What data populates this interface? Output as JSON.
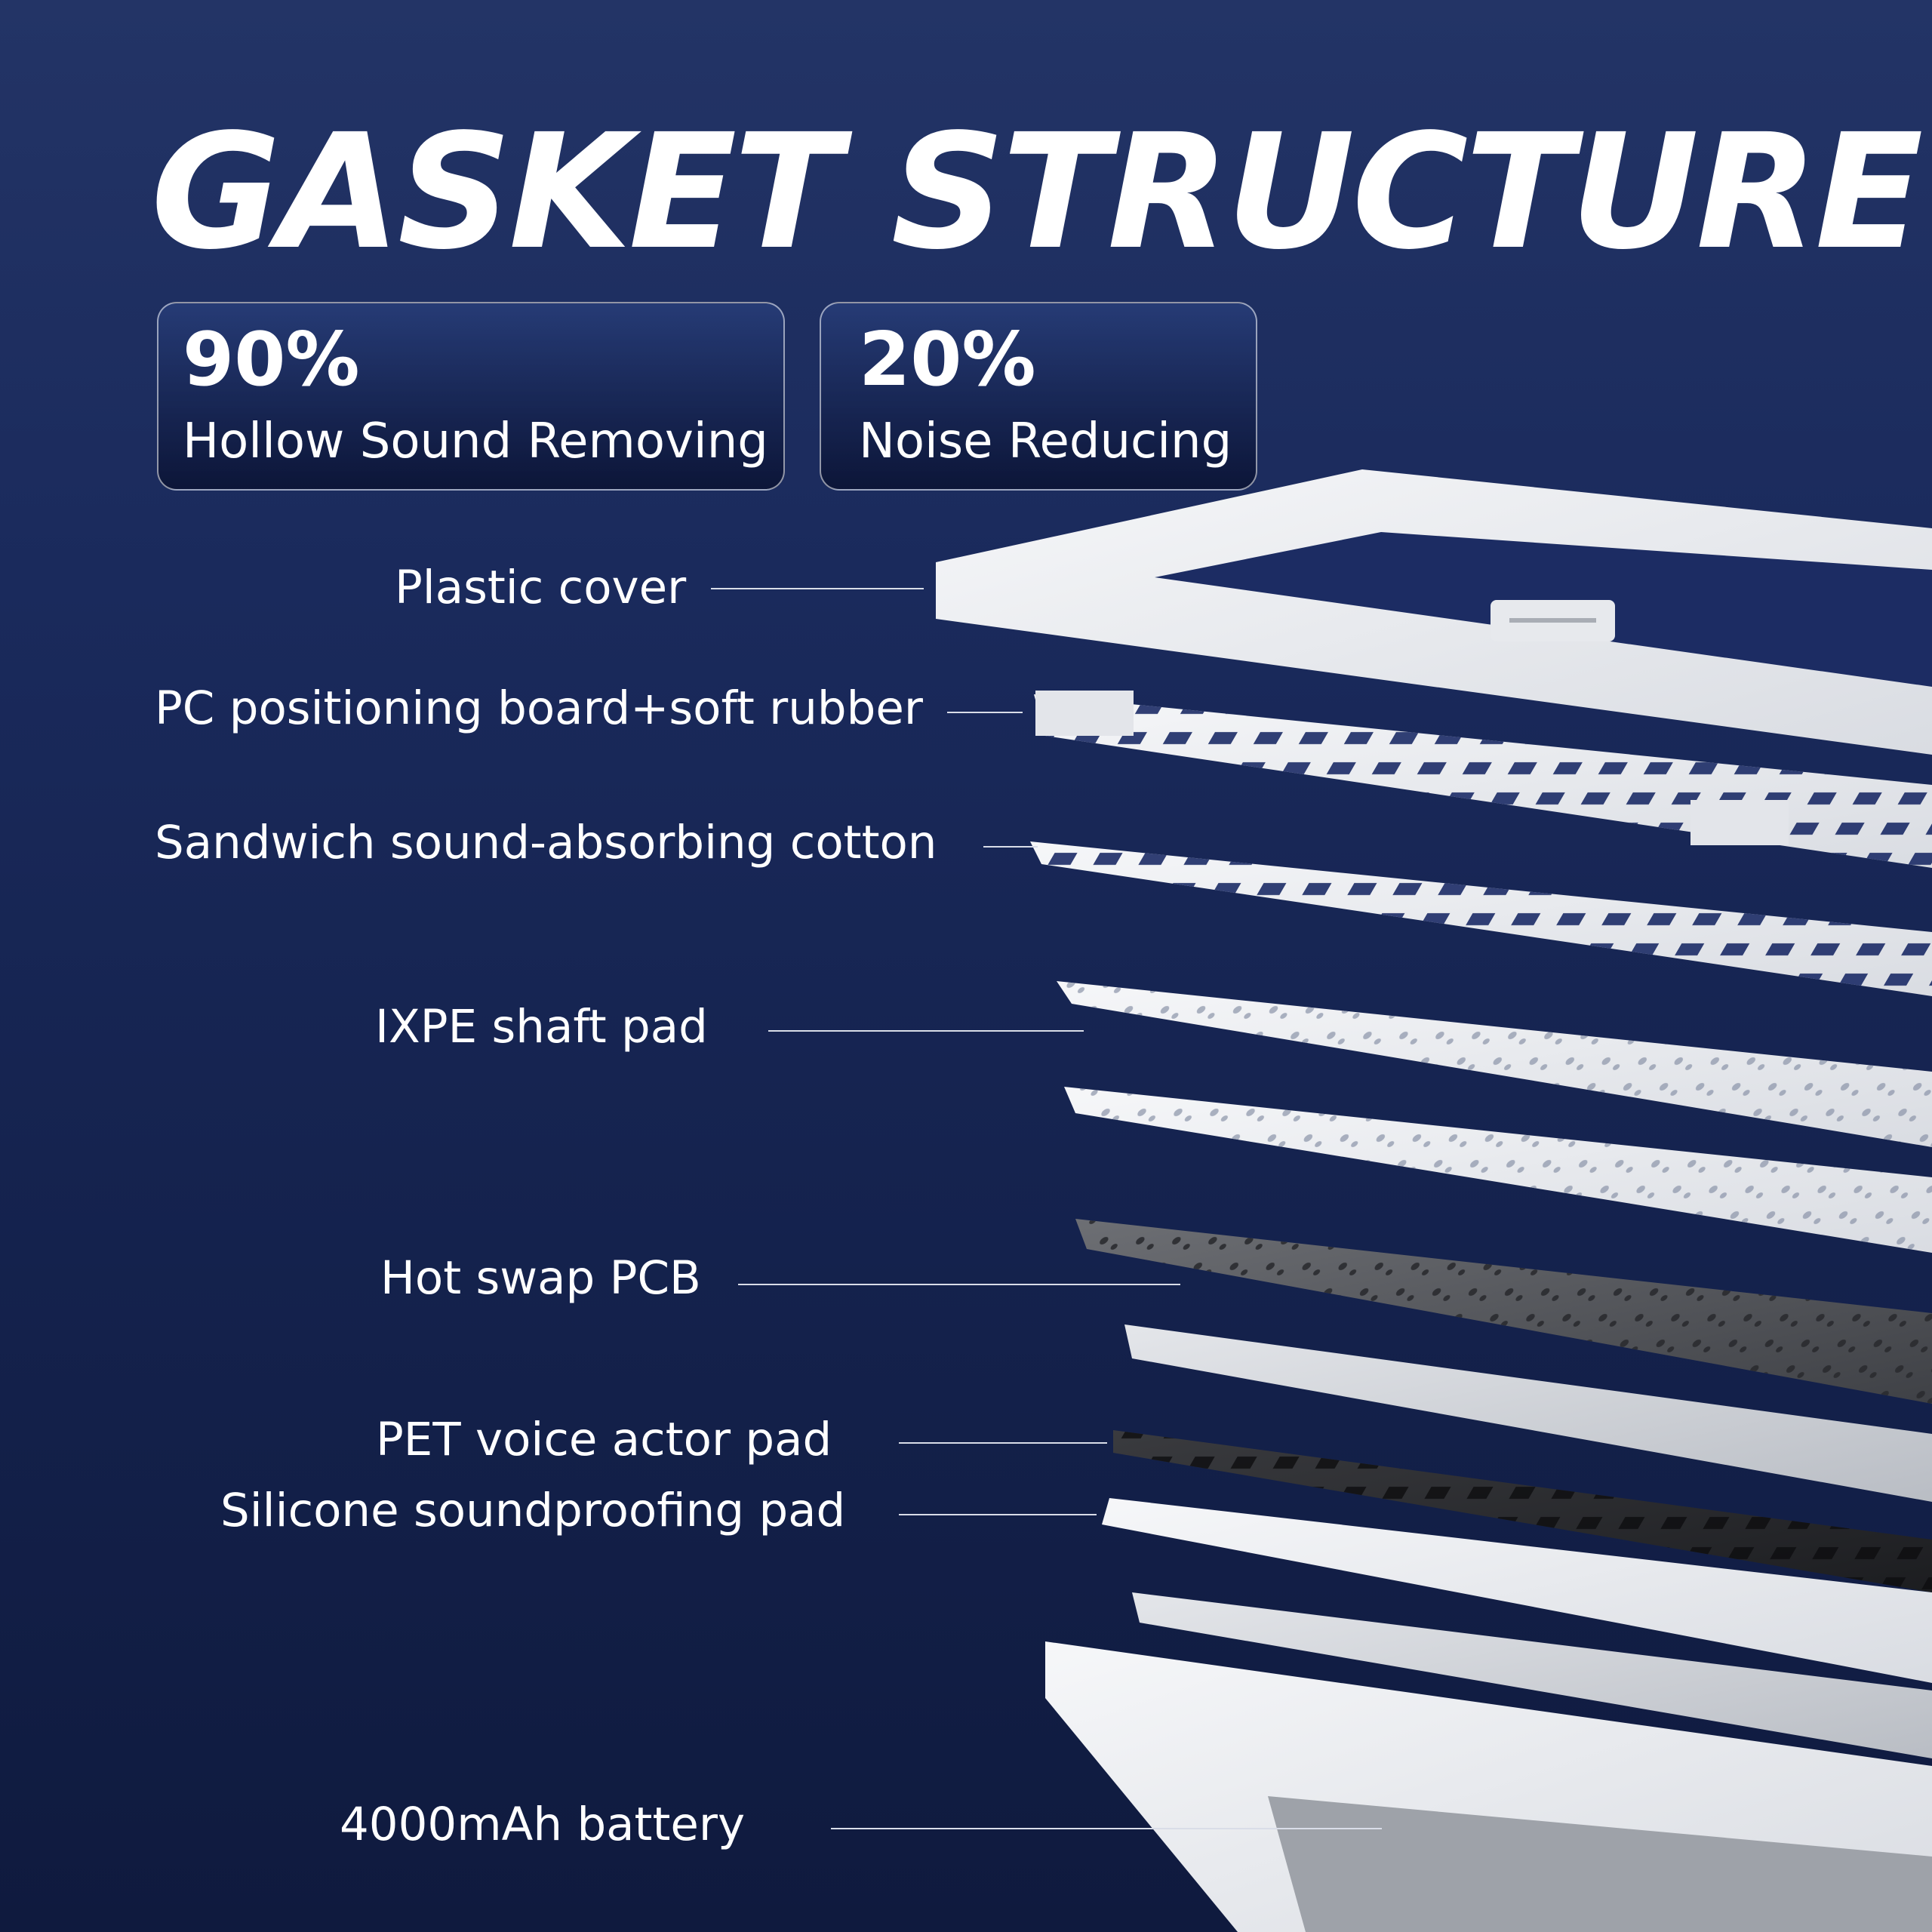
{
  "title": "GASKET STRUCTURE",
  "stats": [
    {
      "value": "90%",
      "label": "Hollow Sound Removing"
    },
    {
      "value": "20%",
      "label": "Noise Reducing"
    }
  ],
  "layers": [
    "Plastic cover",
    "PC positioning board+soft rubber",
    "Sandwich sound-absorbing cotton",
    "IXPE shaft pad",
    "Hot swap PCB",
    "PET voice actor pad",
    "Silicone soundproofing pad",
    "4000mAh battery"
  ]
}
